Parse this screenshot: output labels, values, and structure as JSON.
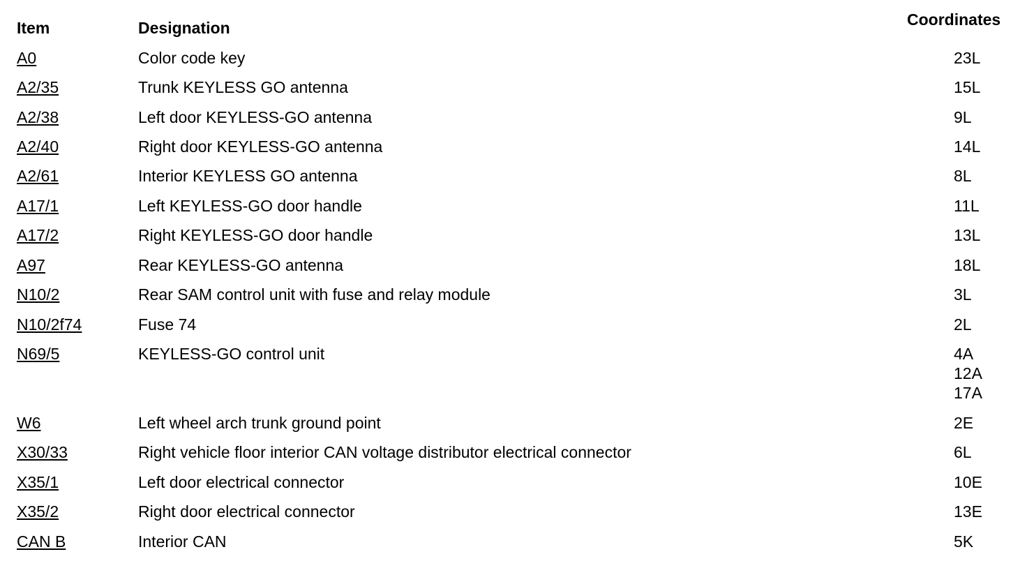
{
  "headers": {
    "item": "Item",
    "designation": "Designation",
    "coordinates": "Coordinates"
  },
  "rows": [
    {
      "item": "A0",
      "designation": "Color code key",
      "coordinates": [
        "23L"
      ]
    },
    {
      "item": "A2/35",
      "designation": "Trunk KEYLESS GO antenna",
      "coordinates": [
        "15L"
      ]
    },
    {
      "item": "A2/38",
      "designation": "Left door KEYLESS-GO antenna",
      "coordinates": [
        "9L"
      ]
    },
    {
      "item": "A2/40",
      "designation": "Right door KEYLESS-GO antenna",
      "coordinates": [
        "14L"
      ]
    },
    {
      "item": "A2/61",
      "designation": "Interior KEYLESS GO antenna",
      "coordinates": [
        "8L"
      ]
    },
    {
      "item": "A17/1",
      "designation": "Left KEYLESS-GO door handle",
      "coordinates": [
        "11L"
      ]
    },
    {
      "item": "A17/2",
      "designation": "Right KEYLESS-GO door handle",
      "coordinates": [
        "13L"
      ]
    },
    {
      "item": "A97",
      "designation": "Rear KEYLESS-GO antenna",
      "coordinates": [
        "18L"
      ]
    },
    {
      "item": "N10/2",
      "designation": "Rear SAM control unit with fuse and relay module",
      "coordinates": [
        "3L"
      ]
    },
    {
      "item": "N10/2f74",
      "designation": "Fuse 74",
      "coordinates": [
        "2L"
      ]
    },
    {
      "item": "N69/5",
      "designation": "KEYLESS-GO control unit",
      "coordinates": [
        "4A",
        "12A",
        "17A"
      ]
    },
    {
      "item": "W6",
      "designation": "Left wheel arch trunk ground point",
      "coordinates": [
        "2E"
      ]
    },
    {
      "item": "X30/33",
      "designation": "Right vehicle floor interior CAN voltage distributor electrical connector",
      "coordinates": [
        "6L"
      ]
    },
    {
      "item": "X35/1",
      "designation": "Left door electrical connector",
      "coordinates": [
        "10E"
      ]
    },
    {
      "item": "X35/2",
      "designation": "Right door electrical connector",
      "coordinates": [
        "13E"
      ]
    },
    {
      "item": "CAN B",
      "designation": "Interior CAN",
      "coordinates": [
        "5K"
      ]
    }
  ]
}
